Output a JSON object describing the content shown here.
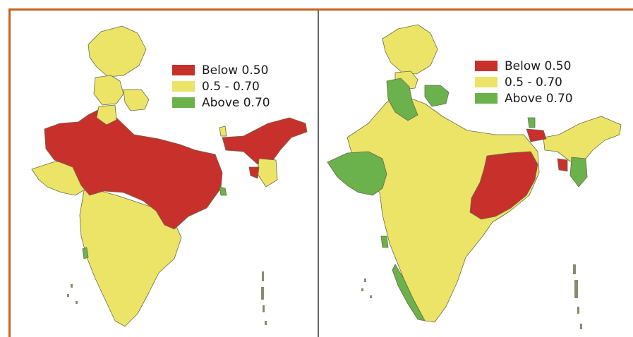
{
  "colors": {
    "red": "#c8302c",
    "yellow": "#ece467",
    "green": "#6bb24d",
    "border": "#6a6a4a",
    "frame": "#c4621e",
    "divider": "#666666"
  },
  "maps": [
    {
      "legend": [
        {
          "label": "Below 0.50",
          "color": "#c8302c"
        },
        {
          "label": "0.5 - 0.70",
          "color": "#ece467"
        },
        {
          "label": "Above 0.70",
          "color": "#6bb24d"
        }
      ]
    },
    {
      "legend": [
        {
          "label": "Below 0.50",
          "color": "#c8302c"
        },
        {
          "label": "0.5 - 0.70",
          "color": "#ece467"
        },
        {
          "label": "Above 0.70",
          "color": "#6bb24d"
        }
      ]
    }
  ]
}
